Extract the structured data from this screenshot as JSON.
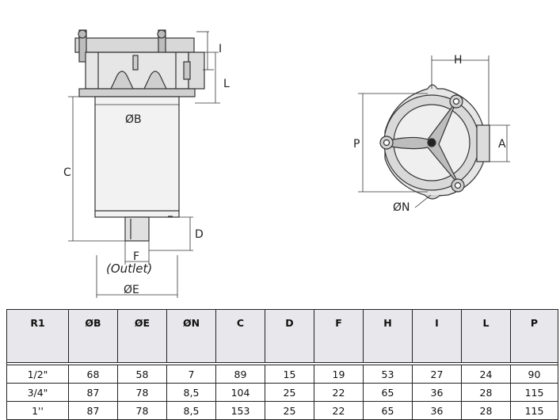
{
  "drawing": {
    "labels": {
      "I": "I",
      "L": "L",
      "B": "ØB",
      "C": "C",
      "D": "D",
      "F": "F",
      "outlet": "(Outlet)",
      "E": "ØE",
      "H": "H",
      "P": "P",
      "A": "A",
      "N": "ØN"
    }
  },
  "table": {
    "headers": [
      "R1",
      "ØB",
      "ØE",
      "ØN",
      "C",
      "D",
      "F",
      "H",
      "I",
      "L",
      "P"
    ],
    "rows": [
      [
        "1/2\"",
        "68",
        "58",
        "7",
        "89",
        "15",
        "19",
        "53",
        "27",
        "24",
        "90"
      ],
      [
        "3/4\"",
        "87",
        "78",
        "8,5",
        "104",
        "25",
        "22",
        "65",
        "36",
        "28",
        "115"
      ],
      [
        "1''",
        "87",
        "78",
        "8,5",
        "153",
        "25",
        "22",
        "65",
        "36",
        "28",
        "115"
      ]
    ]
  }
}
